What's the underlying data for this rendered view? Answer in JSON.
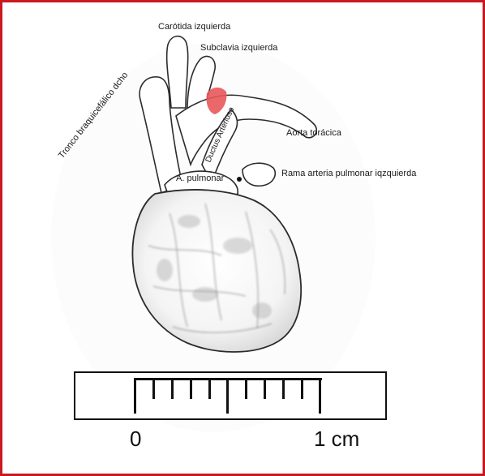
{
  "labels": {
    "carotid": "Carótida izquierda",
    "subclavian": "Subclavia izquierda",
    "brachiocephalic": "Tronco braquicefálico dcho",
    "ductus": "Ductus Arterioso",
    "aorta": "Aorta torácica",
    "pulmonary": "A. pulmonar",
    "pulmonary_branch": "Rama arteria pulmonar iqzquierda"
  },
  "scale_bar": {
    "start_label": "0",
    "end_label": "1 cm"
  },
  "colors": {
    "frame": "#c8191e",
    "highlight": "#e8585a"
  }
}
